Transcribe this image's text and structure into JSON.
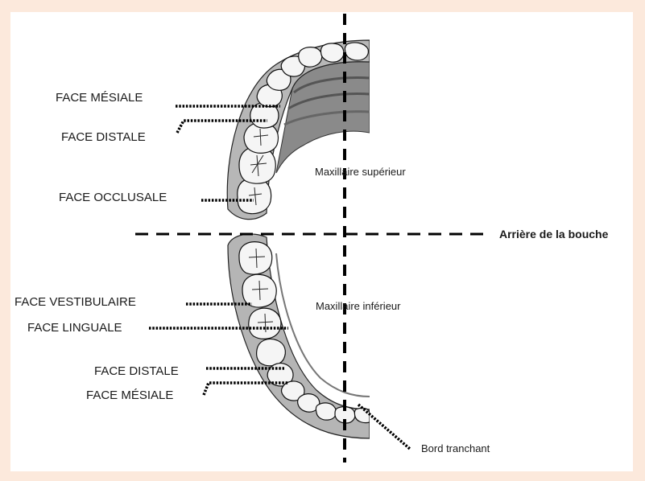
{
  "diagram": {
    "upper_labels": {
      "mesiale": "FACE MÉSIALE",
      "distale": "FACE DISTALE",
      "occlusale": "FACE OCCLUSALE"
    },
    "lower_labels": {
      "vestibulaire": "FACE VESTIBULAIRE",
      "linguale": "FACE LINGUALE",
      "distale": "FACE DISTALE",
      "mesiale": "FACE MÉSIALE"
    },
    "regions": {
      "upper_jaw": "Maxillaire supérieur",
      "lower_jaw": "Maxillaire inférieur",
      "back_of_mouth": "Arrière de la bouche",
      "incisal_edge": "Bord tranchant"
    },
    "colors": {
      "background_frame": "#fce9dc",
      "line": "#000000",
      "tooth_fill": "#f4f4f4",
      "gum_fill": "#9a9a9a"
    }
  }
}
